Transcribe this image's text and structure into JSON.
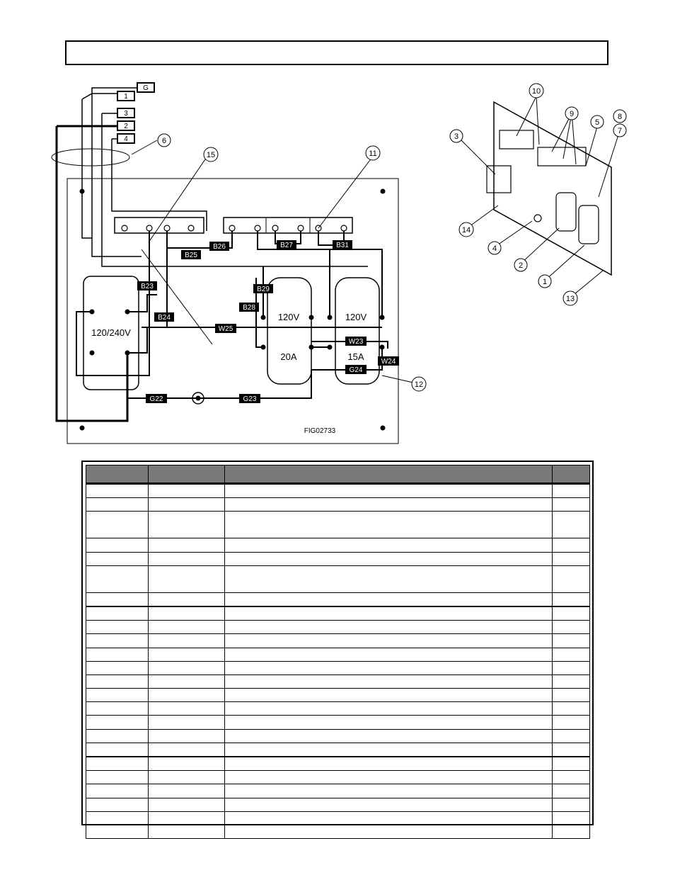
{
  "figure": {
    "id": "FIG02733",
    "wire_labels": [
      "G",
      "1",
      "3",
      "2",
      "4",
      "B25",
      "B26",
      "B27",
      "B31",
      "B23",
      "B24",
      "B28",
      "B29",
      "W25",
      "W23",
      "W24",
      "G24",
      "G22",
      "G23"
    ],
    "receptacles": {
      "left": "120/240V",
      "mid_top": "120V",
      "mid_bottom": "20A",
      "right_top": "120V",
      "right_bottom": "15A"
    },
    "callouts": [
      "1",
      "2",
      "3",
      "4",
      "5",
      "6",
      "7",
      "8",
      "9",
      "10",
      "11",
      "12",
      "13",
      "14",
      "15"
    ]
  },
  "table": {
    "row_count": 24
  }
}
